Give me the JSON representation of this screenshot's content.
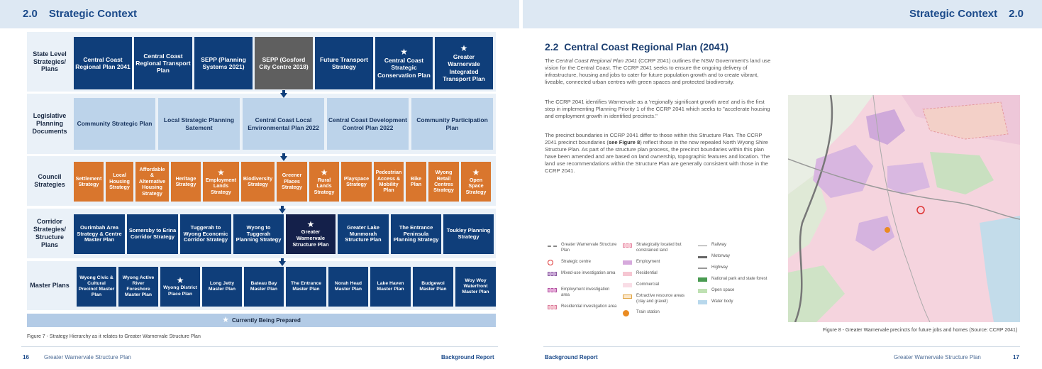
{
  "header_left": {
    "number": "2.0",
    "title": "Strategic Context"
  },
  "header_right": {
    "number": "2.0",
    "title": "Strategic Context"
  },
  "hierarchy": {
    "row_labels": {
      "state": "State Level Strategies/ Plans",
      "legislative": "Legislative Planning Documents",
      "council": "Council Strategies",
      "corridor": "Corridor Strategies/ Structure Plans",
      "master": "Master Plans"
    },
    "state": [
      "Central Coast Regional Plan 2041",
      "Central Coast Regional Transport Plan",
      "SEPP (Planning Systems 2021)",
      "SEPP (Gosford City Centre 2018)",
      "Future Transport Strategy",
      "Central Coast Strategic Conservation Plan",
      "Greater Warnervale Integrated Transport Plan"
    ],
    "legislative": [
      "Community Strategic Plan",
      "Local Strategic Planning Satement",
      "Central Coast Local Environmental Plan 2022",
      "Central Coast Development Control Plan 2022",
      "Community Participation Plan"
    ],
    "council": [
      "Settlement Strategy",
      "Local Housing Strategy",
      "Affordable & Alternative Housing Strategy",
      "Heritage Strategy",
      "Employment Lands Strategy",
      "Biodiversity Strategy",
      "Greener Places Strategy",
      "Rural Lands Strategy",
      "Playspace Strategy",
      "Pedestrian Access & Mobility Plan",
      "Bike Plan",
      "Wyong Retail Centres Strategy",
      "Open Space Strategy"
    ],
    "corridor": [
      "Ourimbah Area Strategy & Centre Master Plan",
      "Somersby to Erina Corridor Strategy",
      "Tuggerah to Wyong Economic Corridor Strategy",
      "Wyong to Tuggerah Planning Strategy",
      "Greater Warnervale Structure Plan",
      "Greater Lake Munmorah Structure Plan",
      "The Entrance Peninsula Planning Strategy",
      "Toukley Planning Strategy"
    ],
    "master": [
      "Wyong Civic & Cultural Precinct Master Plan",
      "Wyong Active River Foreshore Master Plan",
      "Wyong District Place Plan",
      "Long Jetty Master Plan",
      "Bateau Bay Master Plan",
      "The Entrance Master Plan",
      "Norah Head Master Plan",
      "Lake Haven Master Plan",
      "Budgewoi Master Plan",
      "Woy Woy Waterfront Master Plan"
    ],
    "legend": "Currently Being Prepared"
  },
  "figure7_caption": "Figure 7 - Strategy Hierarchy as it relates to Greater Warnervale Structure Plan",
  "footer_left": {
    "page": "16",
    "doc": "Greater Warnervale Structure Plan",
    "report": "Background Report"
  },
  "footer_right": {
    "report": "Background Report",
    "doc": "Greater Warnervale Structure Plan",
    "page": "17"
  },
  "section": {
    "number": "2.2",
    "title": "Central Coast Regional Plan (2041)",
    "p1": {
      "pre": "The ",
      "italic": "Central Coast Regional Plan 2041",
      "post": " (CCRP 2041) outlines the NSW Government's land use vision for the Central Coast. The CCRP 2041 seeks to ensure the ongoing delivery of infrastructure, housing and jobs to cater for future population growth and to create vibrant, liveable, connected urban centres with green spaces and protected biodiversity."
    },
    "p2": "The CCRP 2041 identifies Warnervale as a 'regionally significant growth area' and is the first step in implementing Planning Priority 1 of the CCRP 2041 which seeks to \"accelerate housing and employment growth in identified precincts.\"",
    "p3": {
      "pre": "The precinct boundaries in CCRP 2041 differ to those within this Structure Plan. The CCRP 2041 precinct boundaries (",
      "bold": "see Figure 8",
      "post": ") reflect those in the now repealed North Wyong Shire Structure Plan. As part of the structure plan process, the precinct boundaries within this plan have been amended and are based on land ownership, topographic features and location. The land use recommendations within the Structure Plan are generally consistent with those in the CCRP 2041."
    }
  },
  "map_legend": {
    "c1": [
      "Greater Warnervale Structure Plan",
      "Strategic centre",
      "Mixed-use investigation area",
      "Employment investigation area",
      "Residential investigation area"
    ],
    "c2": [
      "Strategically located but constrained land",
      "Employment",
      "Residential",
      "Commercial",
      "Extractive resource areas (clay and gravel)",
      "Train station"
    ],
    "c3": [
      "Railway",
      "Motorway",
      "Highway",
      "National park and state forest",
      "Open space",
      "Water body"
    ]
  },
  "colors": {
    "navy": "#0f3e7a",
    "orange": "#d9762d",
    "light": "#bcd3ea",
    "gray": "#5f5f5f",
    "dark": "#14204a"
  },
  "figure8_caption": "Figure 8 - Greater Warnervale precincts for future jobs and homes (Source: CCRP 2041)"
}
